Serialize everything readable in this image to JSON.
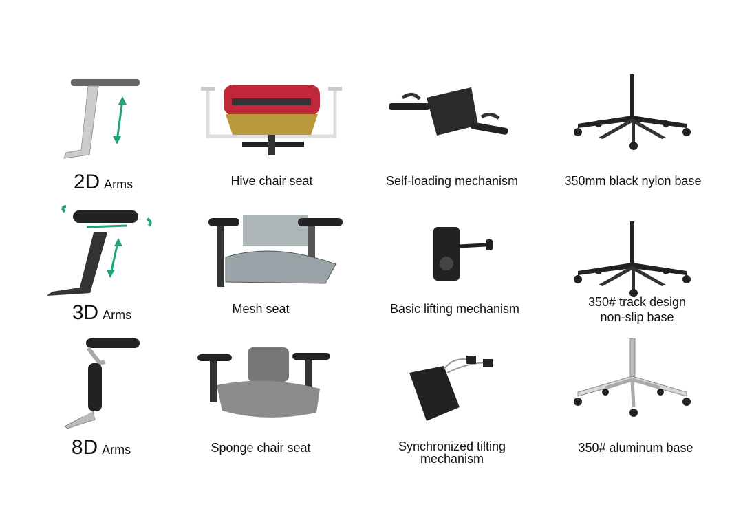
{
  "rows": [
    {
      "arms": {
        "code": "2D",
        "word": "Arms"
      },
      "seat": "Hive chair seat",
      "mechanism": "Self-loading mechanism",
      "base": [
        "350mm black nylon base"
      ]
    },
    {
      "arms": {
        "code": "3D",
        "word": "Arms"
      },
      "seat": "Mesh seat",
      "mechanism": "Basic lifting mechanism",
      "base": [
        "350# track design",
        "non-slip base"
      ]
    },
    {
      "arms": {
        "code": "8D",
        "word": "Arms"
      },
      "seat": "Sponge chair seat",
      "mechanism": [
        "Synchronized tilting",
        "mechanism"
      ],
      "base": [
        "350# aluminum base"
      ]
    }
  ],
  "colors": {
    "arrow": "#1fa37a",
    "seat_red": "#c0283a",
    "mesh": "#9aa3a8"
  }
}
